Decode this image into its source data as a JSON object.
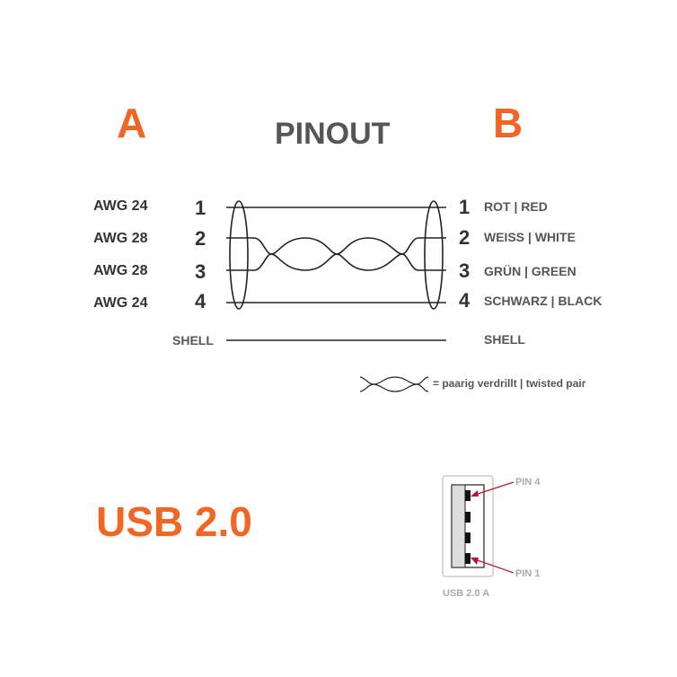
{
  "labels": {
    "side_a": "A",
    "side_b": "B",
    "title": "PINOUT",
    "shell_left": "SHELL",
    "shell_right": "SHELL",
    "legend": "= paarig verdrillt | twisted pair",
    "usb_title": "USB 2.0",
    "connector_caption": "USB 2.0 A",
    "pin4": "PIN 4",
    "pin1": "PIN 1"
  },
  "wires": [
    {
      "awg": "AWG 24",
      "pin_a": "1",
      "pin_b": "1",
      "color": "ROT | RED"
    },
    {
      "awg": "AWG 28",
      "pin_a": "2",
      "pin_b": "2",
      "color": "WEISS | WHITE"
    },
    {
      "awg": "AWG 28",
      "pin_a": "3",
      "pin_b": "3",
      "color": "GRÜN | GREEN"
    },
    {
      "awg": "AWG 24",
      "pin_a": "4",
      "pin_b": "4",
      "color": "SCHWARZ | BLACK"
    }
  ],
  "colors": {
    "accent": "#f26522",
    "text_dark": "#333333",
    "text_mid": "#555555",
    "line": "#222222",
    "pointer": "#c8102e",
    "connector_border": "#cccccc"
  }
}
